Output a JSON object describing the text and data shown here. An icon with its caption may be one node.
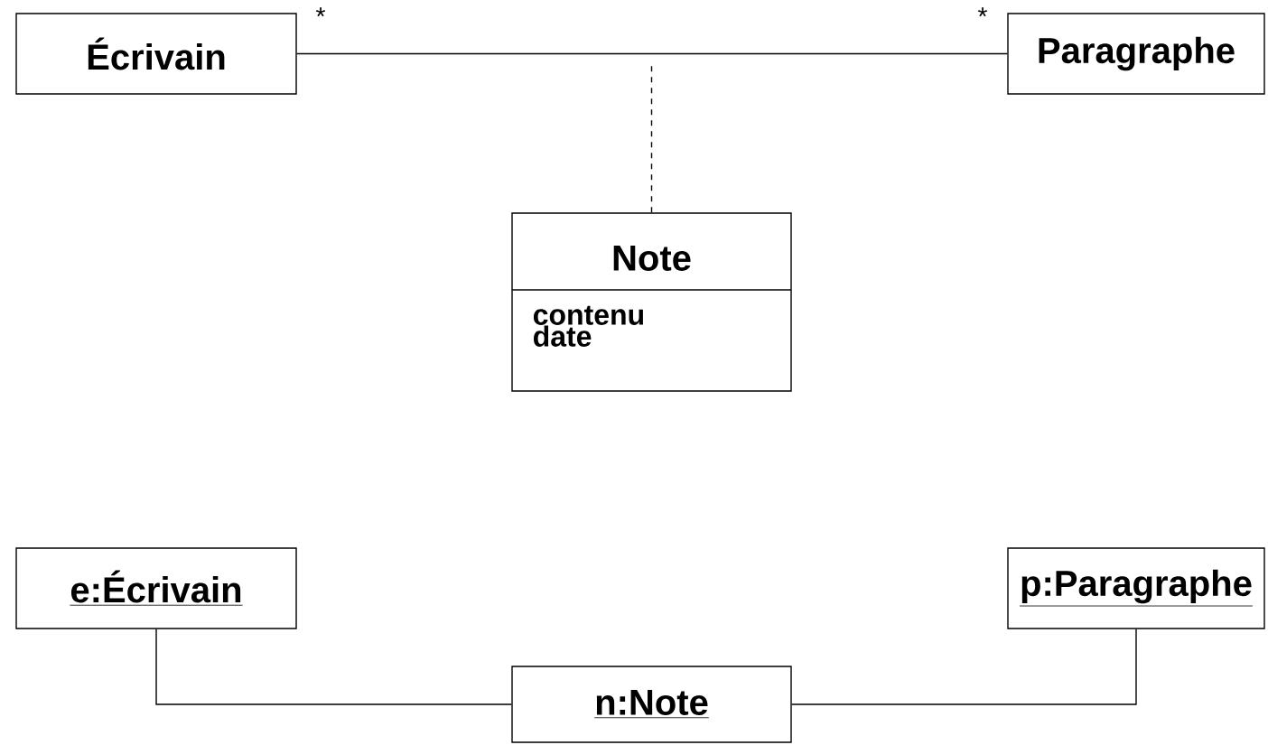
{
  "diagram": {
    "nodes": [
      {
        "text": [
          "Écrivain"
        ]
      },
      {
        "text": [
          "Paragraphe"
        ]
      },
      {
        "text": [
          "Note",
          "contenu date"
        ]
      },
      {
        "text": [
          "e:Écrivain"
        ]
      },
      {
        "text": [
          "p:Paragraphe"
        ]
      },
      {
        "text": [
          "n:Note"
        ]
      }
    ],
    "edges": [
      {
        "from": 0,
        "to": 1,
        "arrow": "none"
      },
      {
        "from": 2,
        "to": null,
        "arrow": "none",
        "style": "dashed"
      },
      {
        "from": 3,
        "to": 5,
        "arrow": "none"
      },
      {
        "from": 5,
        "to": 4,
        "arrow": "none"
      }
    ],
    "labels": [
      "*",
      "*"
    ]
  }
}
